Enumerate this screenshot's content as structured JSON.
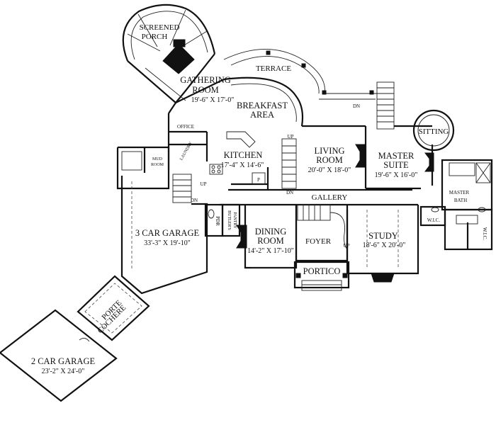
{
  "rooms": {
    "screened_porch": {
      "line1": "SCREENED",
      "line2": "PORCH"
    },
    "gathering_room": {
      "name": "GATHERING",
      "name2": "ROOM",
      "dims": "19'-6\" X 17'-0\""
    },
    "terrace": {
      "name": "TERRACE"
    },
    "breakfast_area": {
      "name": "BREAKFAST",
      "name2": "AREA"
    },
    "office": {
      "name": "OFFICE"
    },
    "laundry": {
      "name": "LAUNDRY"
    },
    "mud_room": {
      "name": "MUD",
      "name2": "ROOM"
    },
    "kitchen": {
      "name": "KITCHEN",
      "dims": "17'-4\" X 14'-6\""
    },
    "pantry": {
      "name": "P"
    },
    "living_room": {
      "name": "LIVING",
      "name2": "ROOM",
      "dims": "20'-0\" X 18'-0\""
    },
    "master_suite": {
      "name": "MASTER",
      "name2": "SUITE",
      "dims": "19'-6\" X 16'-0\""
    },
    "sitting": {
      "name": "SITTING"
    },
    "master_bath": {
      "name": "MASTER",
      "name2": "BATH"
    },
    "wic_left": {
      "name": "W.I.C."
    },
    "wic_right": {
      "name": "W.I.C."
    },
    "gallery": {
      "name": "GALLERY"
    },
    "garage_3car": {
      "name": "3 CAR GARAGE",
      "dims": "33'-3\" X 19'-10\""
    },
    "pdr": {
      "name": "PDR"
    },
    "butlers_pantry": {
      "name": "BUTLER'S",
      "name2": "PANTRY"
    },
    "dining_room": {
      "name": "DINING",
      "name2": "ROOM",
      "dims": "14'-2\" X 17'-10\""
    },
    "foyer": {
      "name": "FOYER"
    },
    "study": {
      "name": "STUDY",
      "dims": "18'-6\" X 20'-0\""
    },
    "portico": {
      "name": "PORTICO"
    },
    "porte_cochere": {
      "name": "PORTE",
      "name2": "COCHERE"
    },
    "garage_2car": {
      "name": "2 CAR GARAGE",
      "dims": "23'-2\" X 24'-0\""
    }
  },
  "stairs": {
    "dn_terrace": "DN",
    "up_kitchen": "UP",
    "dn_kitchen": "DN",
    "up_mud": "UP",
    "dn_mud": "DN",
    "up_foyer": "UP"
  }
}
